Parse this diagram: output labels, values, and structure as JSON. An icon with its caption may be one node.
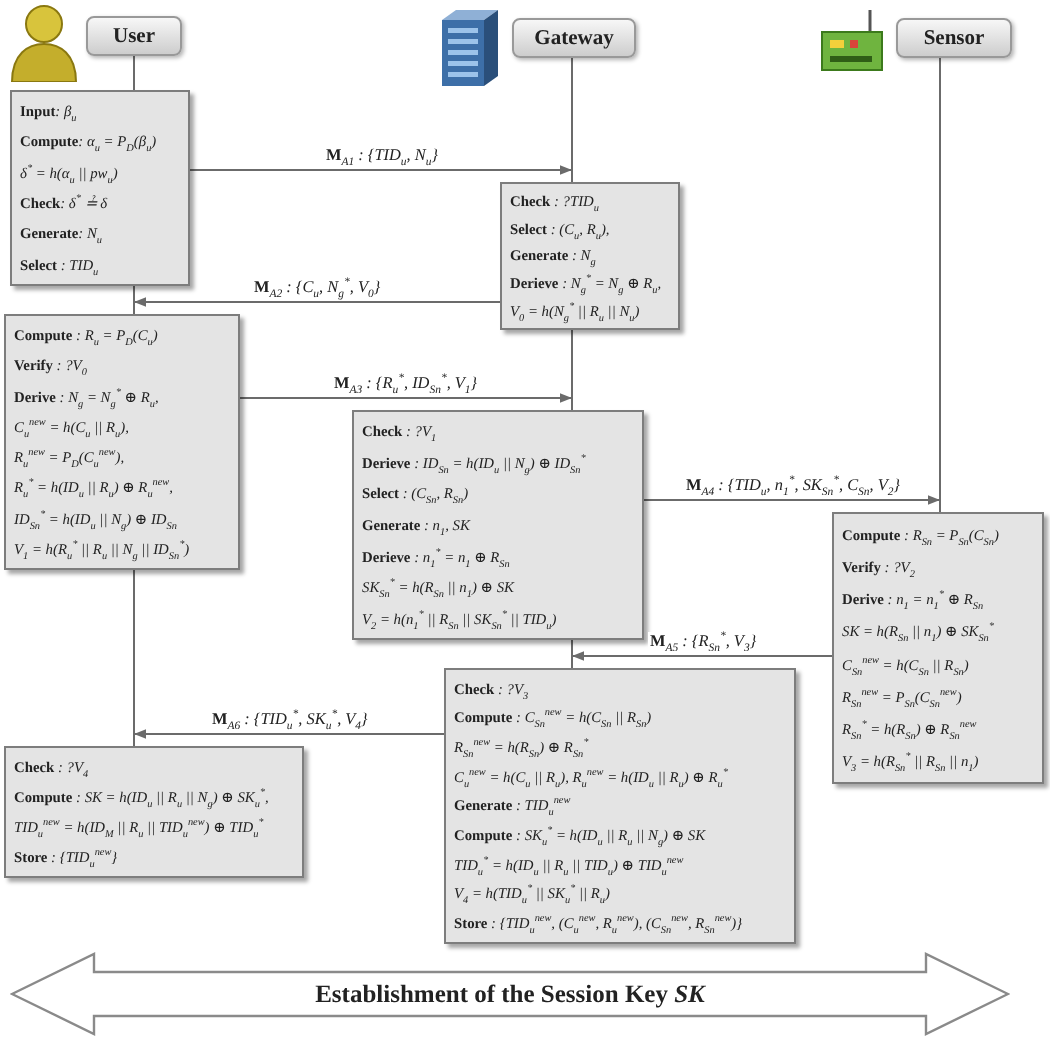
{
  "diagram": {
    "nodes": [
      {
        "text": [
          "User"
        ]
      },
      {
        "text": [
          "Gateway"
        ]
      },
      {
        "text": [
          "Sensor"
        ]
      },
      {
        "text": [
          "**Input**: β$_{u}$",
          "**Compute**: α$_{u}$ = P$_{D}$(β$_{u}$)",
          "δ$^{*}$ = h(α$_{u}$ || pw$_{u}$)",
          "**Check**: δ$^{*}$ ≟ δ",
          "**Generate**: N$_{u}$",
          "**Select** : TID$_{u}$"
        ]
      },
      {
        "text": [
          "**Check** : ?TID$_{u}$",
          "**Select** : (C$_{u}$, R$_{u}$),",
          "**Generate** : N$_{g}$",
          "**Derieve** : N$_{g}$$^{*}$ = N$_{g}$ ⊕ R$_{u}$,",
          "V$_{0}$ = h(N$_{g}$$^{*}$ || R$_{u}$ || N$_{u}$)"
        ]
      },
      {
        "text": [
          "**Compute** : R$_{u}$ = P$_{D}$(C$_{u}$)",
          "**Verify** : ?V$_{0}$",
          "**Derive** : N$_{g}$ = N$_{g}$$^{*}$ ⊕ R$_{u}$,",
          "C$_{u}$$^{new}$ = h(C$_{u}$ || R$_{u}$),",
          "R$_{u}$$^{new}$ = P$_{D}$(C$_{u}$$^{new}$),",
          "R$_{u}$$^{*}$ = h(ID$_{u}$ || R$_{u}$) ⊕ R$_{u}$$^{new}$,",
          "ID$_{Sn}$$^{*}$ = h(ID$_{u}$ || N$_{g}$) ⊕ ID$_{Sn}$",
          "V$_{1}$ = h(R$_{u}$$^{*}$ || R$_{u}$ || N$_{g}$ || ID$_{Sn}$$^{*}$)"
        ]
      },
      {
        "text": [
          "**Check** : ?V$_{1}$",
          "**Derieve** : ID$_{Sn}$ = h(ID$_{u}$ || N$_{g}$) ⊕ ID$_{Sn}$$^{*}$",
          "**Select** : (C$_{Sn}$, R$_{Sn}$)",
          "**Generate** : n$_{1}$, SK",
          "**Derieve** : n$_{1}$$^{*}$ = n$_{1}$ ⊕ R$_{Sn}$",
          "SK$_{Sn}$$^{*}$ = h(R$_{Sn}$ || n$_{1}$) ⊕ SK",
          "V$_{2}$ = h(n$_{1}$$^{*}$ || R$_{Sn}$ || SK$_{Sn}$$^{*}$ || TID$_{u}$)"
        ]
      },
      {
        "text": [
          "**Compute** : R$_{Sn}$ = P$_{Sn}$(C$_{Sn}$)",
          "**Verify** : ?V$_{2}$",
          "**Derive** : n$_{1}$ = n$_{1}$$^{*}$ ⊕ R$_{Sn}$",
          "SK = h(R$_{Sn}$ || n$_{1}$) ⊕ SK$_{Sn}$$^{*}$",
          "C$_{Sn}$$^{new}$ = h(C$_{Sn}$ || R$_{Sn}$)",
          "R$_{Sn}$$^{new}$ = P$_{Sn}$(C$_{Sn}$$^{new}$)",
          "R$_{Sn}$$^{*}$ = h(R$_{Sn}$) ⊕ R$_{Sn}$$^{new}$",
          "V$_{3}$ = h(R$_{Sn}$$^{*}$ || R$_{Sn}$ || n$_{1}$)"
        ]
      },
      {
        "text": [
          "**Check** : ?V$_{3}$",
          "**Compute** : C$_{Sn}$$^{new}$ = h(C$_{Sn}$ || R$_{Sn}$)",
          "R$_{Sn}$$^{new}$ = h(R$_{Sn}$) ⊕ R$_{Sn}$$^{*}$",
          "C$_{u}$$^{new}$ = h(C$_{u}$ || R$_{u}$), R$_{u}$$^{new}$ = h(ID$_{u}$ || R$_{u}$) ⊕ R$_{u}$$^{*}$",
          "**Generate** : TID$_{u}$$^{new}$",
          "**Compute** : SK$_{u}$$^{*}$ = h(ID$_{u}$ || R$_{u}$ || N$_{g}$) ⊕ SK",
          "TID$_{u}$$^{*}$ = h(ID$_{u}$ || R$_{u}$ || TID$_{u}$) ⊕ TID$_{u}$$^{new}$",
          "V$_{4}$ = h(TID$_{u}$$^{*}$ || SK$_{u}$$^{*}$ || R$_{u}$)",
          "**Store** : {TID$_{u}$$^{new}$, (C$_{u}$$^{new}$, R$_{u}$$^{new}$), (C$_{Sn}$$^{new}$, R$_{Sn}$$^{new}$)}"
        ]
      },
      {
        "text": [
          "**Check** : ?V$_{4}$",
          "**Compute** : SK = h(ID$_{u}$ || R$_{u}$ || N$_{g}$) ⊕ SK$_{u}$$^{*}$,",
          "TID$_{u}$$^{new}$ = h(ID$_{M}$ || R$_{u}$ || TID$_{u}$$^{new}$) ⊕ TID$_{u}$$^{*}$",
          "**Store** : {TID$_{u}$$^{new}$}"
        ]
      },
      {
        "text": [
          "Establishment of the Session Key *SK*"
        ]
      }
    ],
    "edges": [
      {
        "from": 0,
        "to": 3,
        "arrow": "none"
      },
      {
        "from": 1,
        "to": 4,
        "arrow": "none"
      },
      {
        "from": 2,
        "to": 7,
        "arrow": "none"
      },
      {
        "from": 3,
        "to": 4,
        "arrow": "to",
        "label": "**M**$_{A1}$ : {TID$_{u}$, N$_{u}$}"
      },
      {
        "from": 4,
        "to": 5,
        "arrow": "to",
        "label": "**M**$_{A2}$ : {C$_{u}$, N$_{g}$$^{*}$, V$_{0}$}"
      },
      {
        "from": 3,
        "to": 5,
        "arrow": "none"
      },
      {
        "from": 4,
        "to": 6,
        "arrow": "none"
      },
      {
        "from": 5,
        "to": 6,
        "arrow": "to",
        "label": "**M**$_{A3}$ : {R$_{u}$$^{*}$, ID$_{Sn}$$^{*}$, V$_{1}$}"
      },
      {
        "from": 6,
        "to": 7,
        "arrow": "to",
        "label": "**M**$_{A4}$ : {TID$_{u}$, n$_{1}$$^{*}$, SK$_{Sn}$$^{*}$, C$_{Sn}$, V$_{2}$}"
      },
      {
        "from": 6,
        "to": 8,
        "arrow": "none"
      },
      {
        "from": 7,
        "to": 8,
        "arrow": "to",
        "label": "**M**$_{A5}$ : {R$_{Sn}$$^{*}$, V$_{3}$}"
      },
      {
        "from": 5,
        "to": 9,
        "arrow": "none"
      },
      {
        "from": 8,
        "to": 9,
        "arrow": "to",
        "label": "**M**$_{A6}$ : {TID$_{u}$$^{*}$, SK$_{u}$$^{*}$, V$_{4}$}"
      }
    ]
  }
}
